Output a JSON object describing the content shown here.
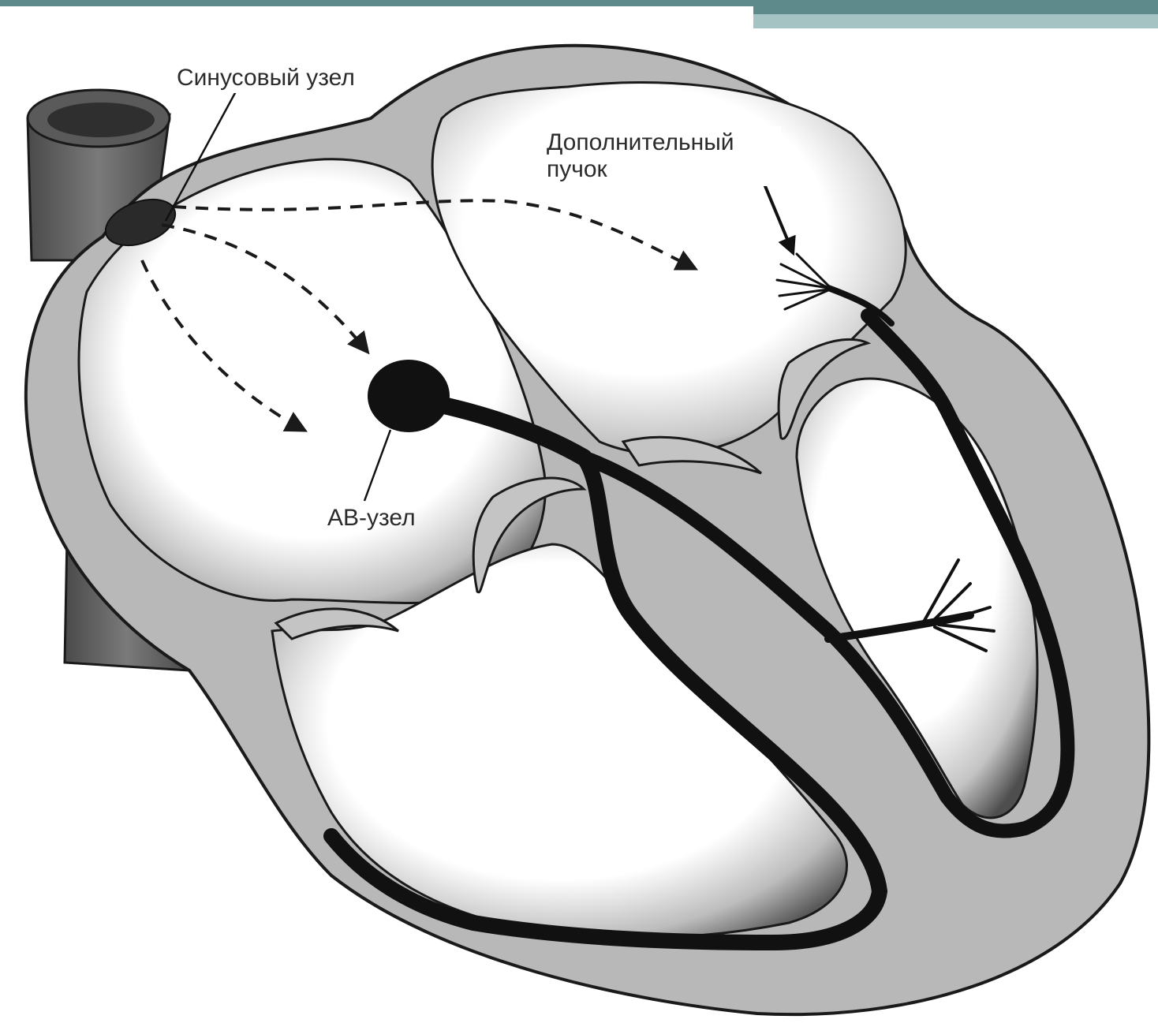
{
  "labels": {
    "sinus_node": "Синусовый узел",
    "accessory_bundle_line1": "Дополнительный",
    "accessory_bundle_line2": "пучок",
    "av_node": "АВ-узел"
  },
  "colors": {
    "slide_bar_dark": "#5f8a8b",
    "slide_bar_light": "#a6c3c3",
    "heart_wall": "#b8b8b8",
    "wall_outline": "#1a1a1a",
    "chamber_fill": "#ffffff",
    "conduction": "#111111",
    "vessel": "#6a6a6a"
  },
  "icons": {
    "arrow": "arrowhead",
    "node": "filled-circle"
  }
}
